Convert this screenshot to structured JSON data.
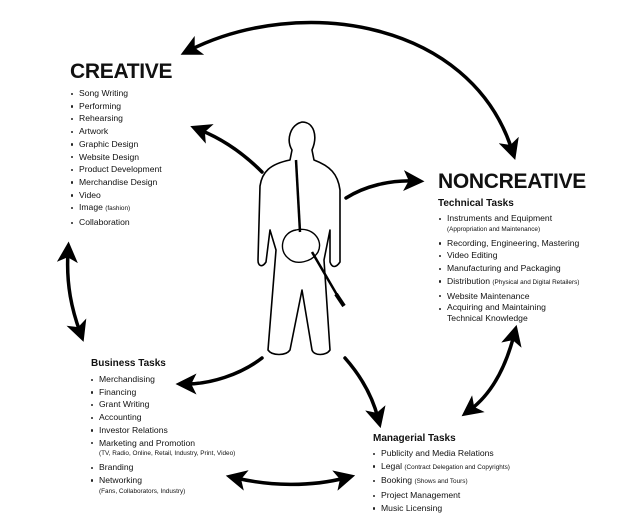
{
  "creative": {
    "title": "CREATIVE",
    "items": [
      {
        "text": "Song Writing"
      },
      {
        "text": "Performing"
      },
      {
        "text": "Rehearsing"
      },
      {
        "text": "Artwork"
      },
      {
        "text": "Graphic Design"
      },
      {
        "text": "Website Design"
      },
      {
        "text": "Product Development"
      },
      {
        "text": "Merchandise Design"
      },
      {
        "text": "Video"
      },
      {
        "text": "Image",
        "note": "(fashion)"
      },
      {
        "text": "Collaboration"
      }
    ]
  },
  "noncreative": {
    "title": "NONCREATIVE",
    "technical": {
      "title": "Technical Tasks",
      "items": [
        {
          "text": "Instruments and Equipment",
          "note": "(Appropriation and Maintenance)"
        },
        {
          "text": "Recording, Engineering, Mastering"
        },
        {
          "text": "Video Editing"
        },
        {
          "text": "Manufacturing and Packaging"
        },
        {
          "text": "Distribution",
          "note": "(Physical and Digital Retailers)"
        },
        {
          "text": "Website Maintenance"
        },
        {
          "text": "Acquiring and Maintaining",
          "text2": "Technical Knowledge"
        }
      ]
    }
  },
  "business": {
    "title": "Business Tasks",
    "items": [
      {
        "text": "Merchandising"
      },
      {
        "text": "Financing"
      },
      {
        "text": "Grant Writing"
      },
      {
        "text": "Accounting"
      },
      {
        "text": "Investor Relations"
      },
      {
        "text": "Marketing and Promotion",
        "note": "(TV, Radio, Online, Retail, Industry, Print, Video)"
      },
      {
        "text": "Branding"
      },
      {
        "text": "Networking",
        "note": "(Fans, Collaborators, Industry)"
      }
    ]
  },
  "managerial": {
    "title": "Managerial Tasks",
    "items": [
      {
        "text": "Publicity and Media Relations"
      },
      {
        "text": "Legal",
        "note": "(Contract Delegation and Copyrights)"
      },
      {
        "text": "Booking",
        "note": "(Shows and Tours)"
      },
      {
        "text": "Project Management"
      },
      {
        "text": "Music Licensing"
      }
    ]
  }
}
